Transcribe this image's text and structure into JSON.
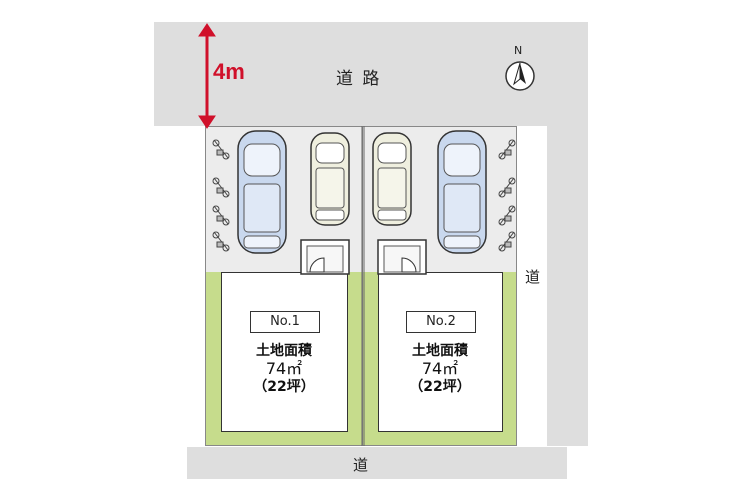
{
  "road_width_label": "4m",
  "roads": {
    "main": "道 路",
    "east": "道",
    "south": "道"
  },
  "compass": {
    "label": "N"
  },
  "lots": [
    {
      "number": "No.1",
      "area_title": "土地面積",
      "area_sqm": "74㎡",
      "area_tsubo": "（22坪）"
    },
    {
      "number": "No.2",
      "area_title": "土地面積",
      "area_sqm": "74㎡",
      "area_tsubo": "（22坪）"
    }
  ],
  "colors": {
    "accent_red": "#d0102a",
    "lawn": "#c6dc8c",
    "road": "#dedede",
    "paved": "#ececec"
  }
}
